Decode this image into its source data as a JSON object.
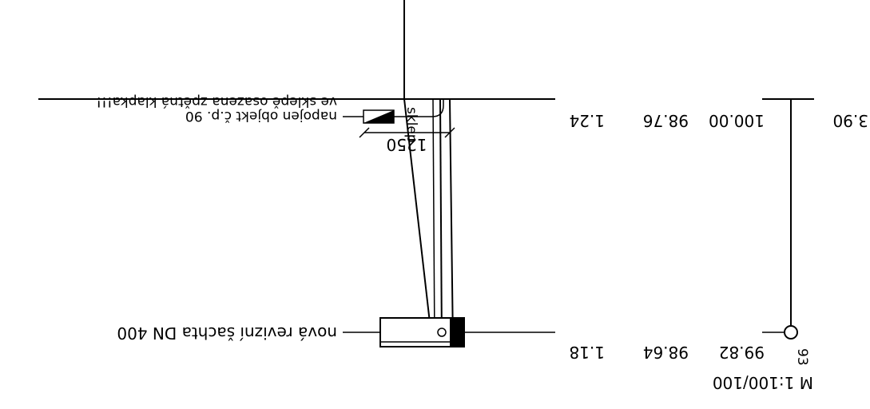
{
  "labels": {
    "sklep": "sklep",
    "note_line1": "ve sklepě osazena zpětná klapka!!!",
    "note_line2": "napojen objekt č.p. 90",
    "dimension": "1250",
    "shaft": "nová revizní šachta DN 400",
    "scale": "M 1:100/100"
  },
  "levels_top": {
    "a": "1.24",
    "b": "98.76",
    "c": "100.00",
    "d": "3.90"
  },
  "levels_bottom": {
    "a": "1.18",
    "b": "98.64",
    "c": "99.82",
    "node": "93"
  }
}
